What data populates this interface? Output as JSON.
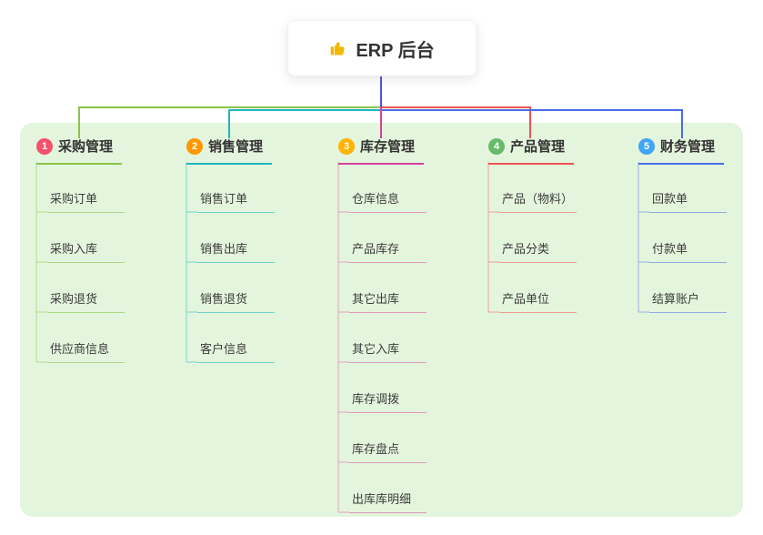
{
  "root": {
    "label": "ERP 后台",
    "icon": "thumbs-up-icon"
  },
  "branches": [
    {
      "id": "1",
      "label": "采购管理",
      "color": "#8bc34a",
      "badge_color": "#f4516c",
      "children": [
        "采购订单",
        "采购入库",
        "采购退货",
        "供应商信息"
      ]
    },
    {
      "id": "2",
      "label": "销售管理",
      "color": "#1fb5c0",
      "badge_color": "#ff9800",
      "children": [
        "销售订单",
        "销售出库",
        "销售退货",
        "客户信息"
      ]
    },
    {
      "id": "3",
      "label": "库存管理",
      "color": "#d6409e",
      "badge_color": "#ffb300",
      "children": [
        "仓库信息",
        "产品库存",
        "其它出库",
        "其它入库",
        "库存调拨",
        "库存盘点",
        "出库库明细"
      ]
    },
    {
      "id": "4",
      "label": "产品管理",
      "color": "#ef5350",
      "badge_color": "#66bb6a",
      "children": [
        "产品（物料）",
        "产品分类",
        "产品单位"
      ]
    },
    {
      "id": "5",
      "label": "财务管理",
      "color": "#4a6de5",
      "badge_color": "#42a5f5",
      "children": [
        "回款单",
        "付款单",
        "结算账户"
      ]
    }
  ],
  "palette": {
    "board_bg": "#e4f5dd",
    "root_connector": "#5552d9"
  }
}
